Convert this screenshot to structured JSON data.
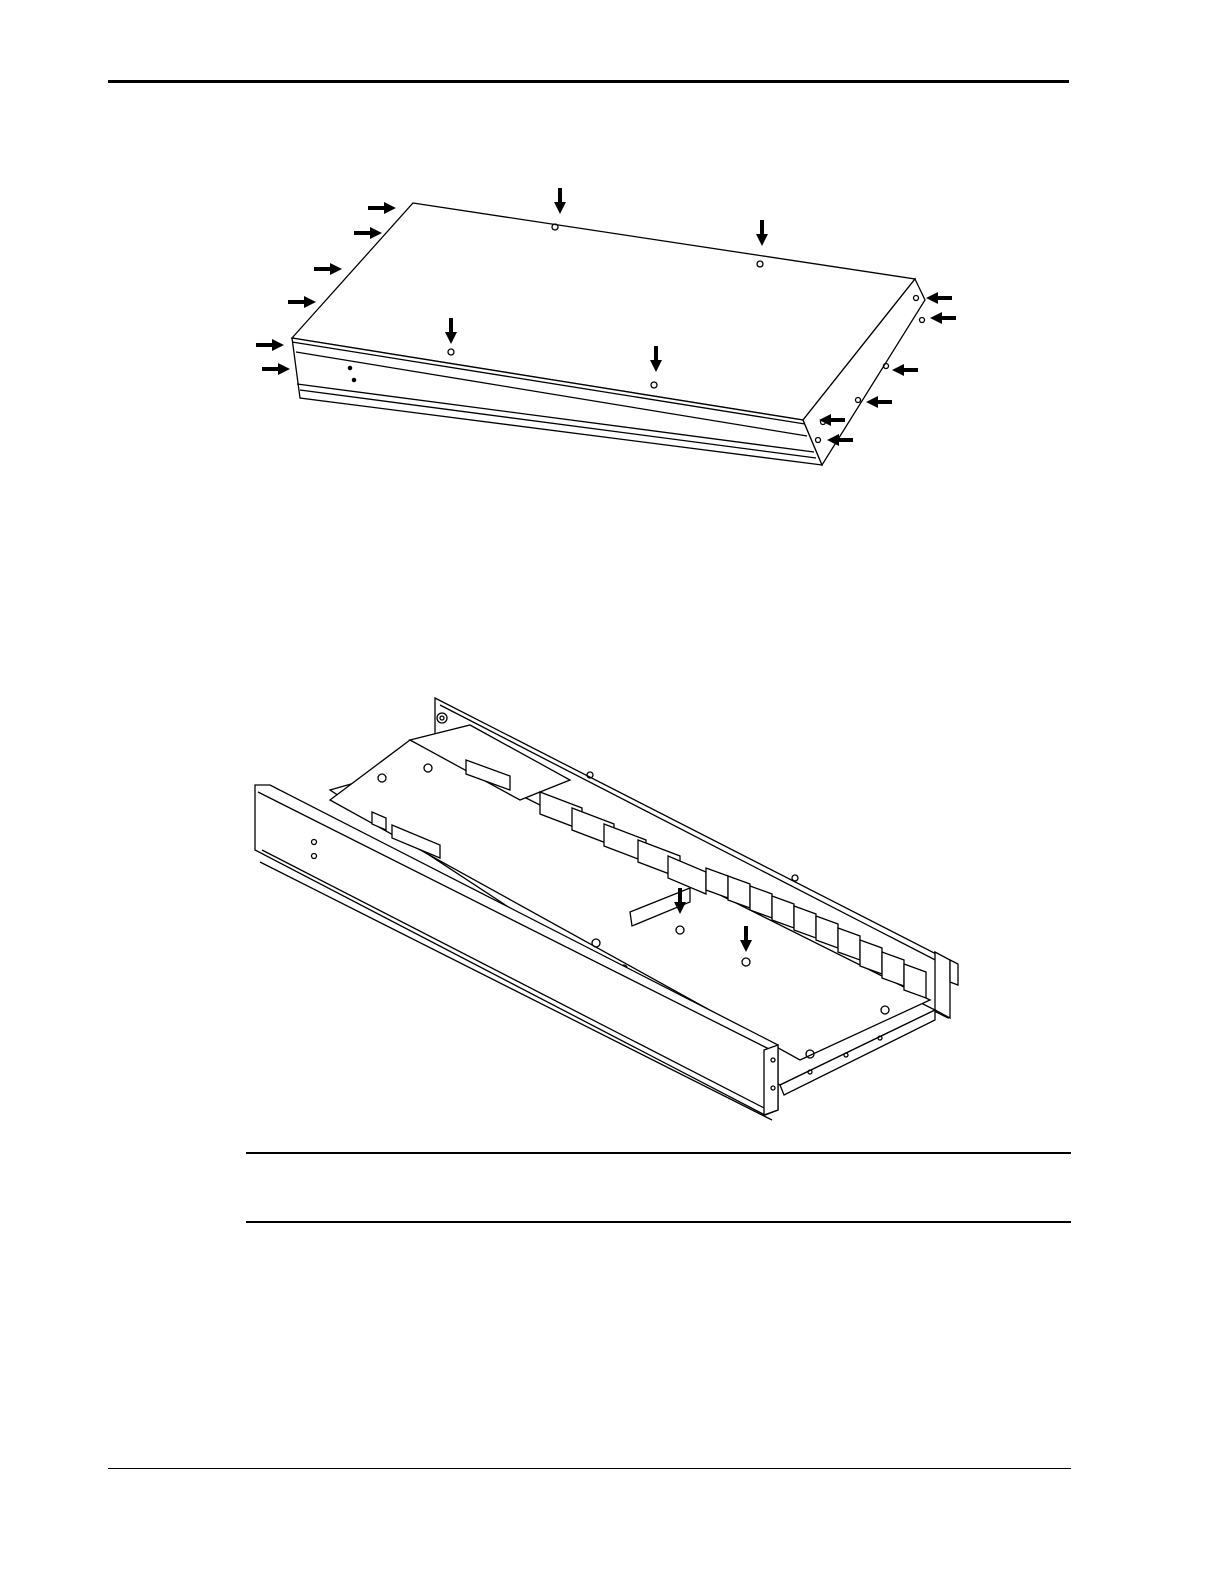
{
  "page": {
    "header_rule": "solid",
    "footer_rule": "solid"
  },
  "figures": [
    {
      "id": "cover-removal",
      "icon": "enclosure-with-screw-arrows",
      "arrow_count": 16
    },
    {
      "id": "open-chassis",
      "icon": "circuit-board-in-chassis",
      "arrow_count": 2
    }
  ],
  "colors": {
    "ink": "#000000",
    "paper": "#ffffff"
  }
}
